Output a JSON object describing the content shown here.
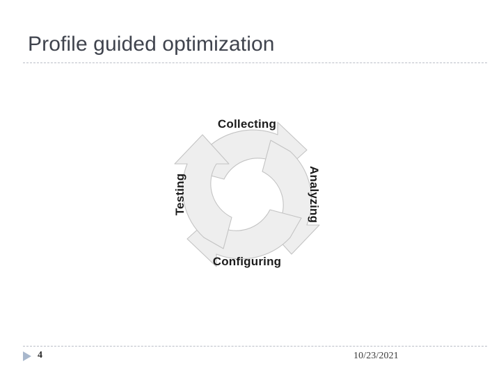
{
  "slide": {
    "title": "Profile guided optimization",
    "background_color": "#ffffff",
    "title_color": "#3f434d",
    "rule_color": "#b9bdc6"
  },
  "footer": {
    "page_number": "4",
    "date": "10/23/2021",
    "bullet_icon": "triangle-right-icon",
    "bullet_color": "#a8b7cc"
  },
  "chart_data": {
    "type": "diagram",
    "diagram_kind": "cycle",
    "direction": "clockwise",
    "title": "Profile guided optimization",
    "fill_color": "#eeeeee",
    "outline_color": "#c3c3c3",
    "label_color": "#1b1b1b",
    "steps": [
      {
        "label": "Collecting",
        "position": "top",
        "rotation": 0
      },
      {
        "label": "Analyzing",
        "position": "right",
        "rotation": 90
      },
      {
        "label": "Configuring",
        "position": "bottom",
        "rotation": 0
      },
      {
        "label": "Testing",
        "position": "left",
        "rotation": -90
      }
    ]
  }
}
